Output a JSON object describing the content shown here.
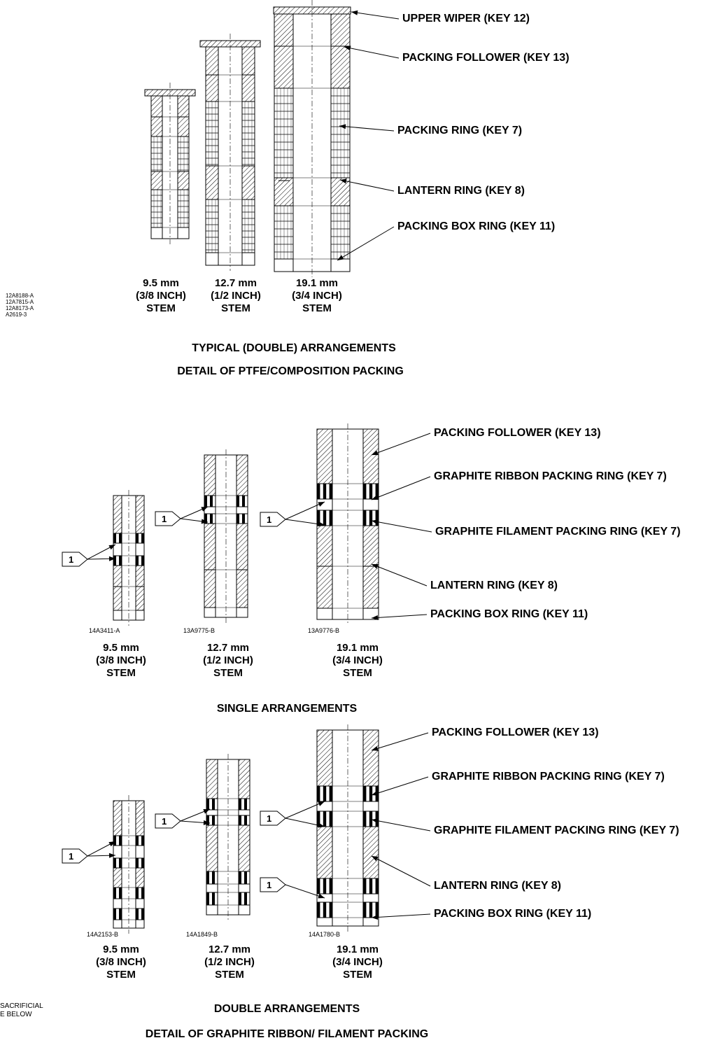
{
  "top_section": {
    "labels": [
      "UPPER WIPER (KEY 12)",
      "PACKING FOLLOWER (KEY 13)",
      "PACKING RING (KEY 7)",
      "LANTERN RING (KEY 8)",
      "PACKING BOX RING (KEY 11)"
    ],
    "stems": [
      {
        "size": "9.5 mm",
        "inch": "(3/8 INCH)",
        "stem": "STEM"
      },
      {
        "size": "12.7 mm",
        "inch": "(1/2 INCH)",
        "stem": "STEM"
      },
      {
        "size": "19.1 mm",
        "inch": "(3/4 INCH)",
        "stem": "STEM"
      }
    ],
    "drawing_refs": [
      "12A8188-A",
      "12A7815-A",
      "12A8173-A",
      "A2619-3"
    ],
    "caption_1": "TYPICAL (DOUBLE) ARRANGEMENTS",
    "caption_2": "DETAIL OF PTFE/COMPOSITION PACKING"
  },
  "single_section": {
    "labels": [
      "PACKING FOLLOWER (KEY 13)",
      "GRAPHITE RIBBON PACKING RING (KEY 7)",
      "GRAPHITE FILAMENT PACKING RING (KEY 7)",
      "LANTERN RING (KEY 8)",
      "PACKING BOX RING (KEY 11)"
    ],
    "drawing_numbers": [
      "14A3411-A",
      "13A9775-B",
      "13A9776-B"
    ],
    "stems": [
      {
        "size": "9.5 mm",
        "inch": "(3/8 INCH)",
        "stem": "STEM"
      },
      {
        "size": "12.7 mm",
        "inch": "(1/2 INCH)",
        "stem": "STEM"
      },
      {
        "size": "19.1 mm",
        "inch": "(3/4 INCH)",
        "stem": "STEM"
      }
    ],
    "caption": "SINGLE ARRANGEMENTS",
    "note_flag": "1"
  },
  "double_section": {
    "labels": [
      "PACKING FOLLOWER (KEY 13)",
      "GRAPHITE RIBBON PACKING RING (KEY 7)",
      "GRAPHITE FILAMENT PACKING RING (KEY 7)",
      "LANTERN RING (KEY 8)",
      "PACKING BOX RING (KEY 11)"
    ],
    "drawing_numbers": [
      "14A2153-B",
      "14A1849-B",
      "14A1780-B"
    ],
    "stems": [
      {
        "size": "9.5 mm",
        "inch": "(3/8 INCH)",
        "stem": "STEM"
      },
      {
        "size": "12.7 mm",
        "inch": "(1/2 INCH)",
        "stem": "STEM"
      },
      {
        "size": "19.1 mm",
        "inch": "(3/4 INCH)",
        "stem": "STEM"
      }
    ],
    "caption": "DOUBLE ARRANGEMENTS",
    "note_flag": "1"
  },
  "footer": {
    "truncated_note": [
      "SACRIFICIAL",
      "E BELOW"
    ],
    "caption": "DETAIL OF GRAPHITE RIBBON/ FILAMENT PACKING"
  }
}
